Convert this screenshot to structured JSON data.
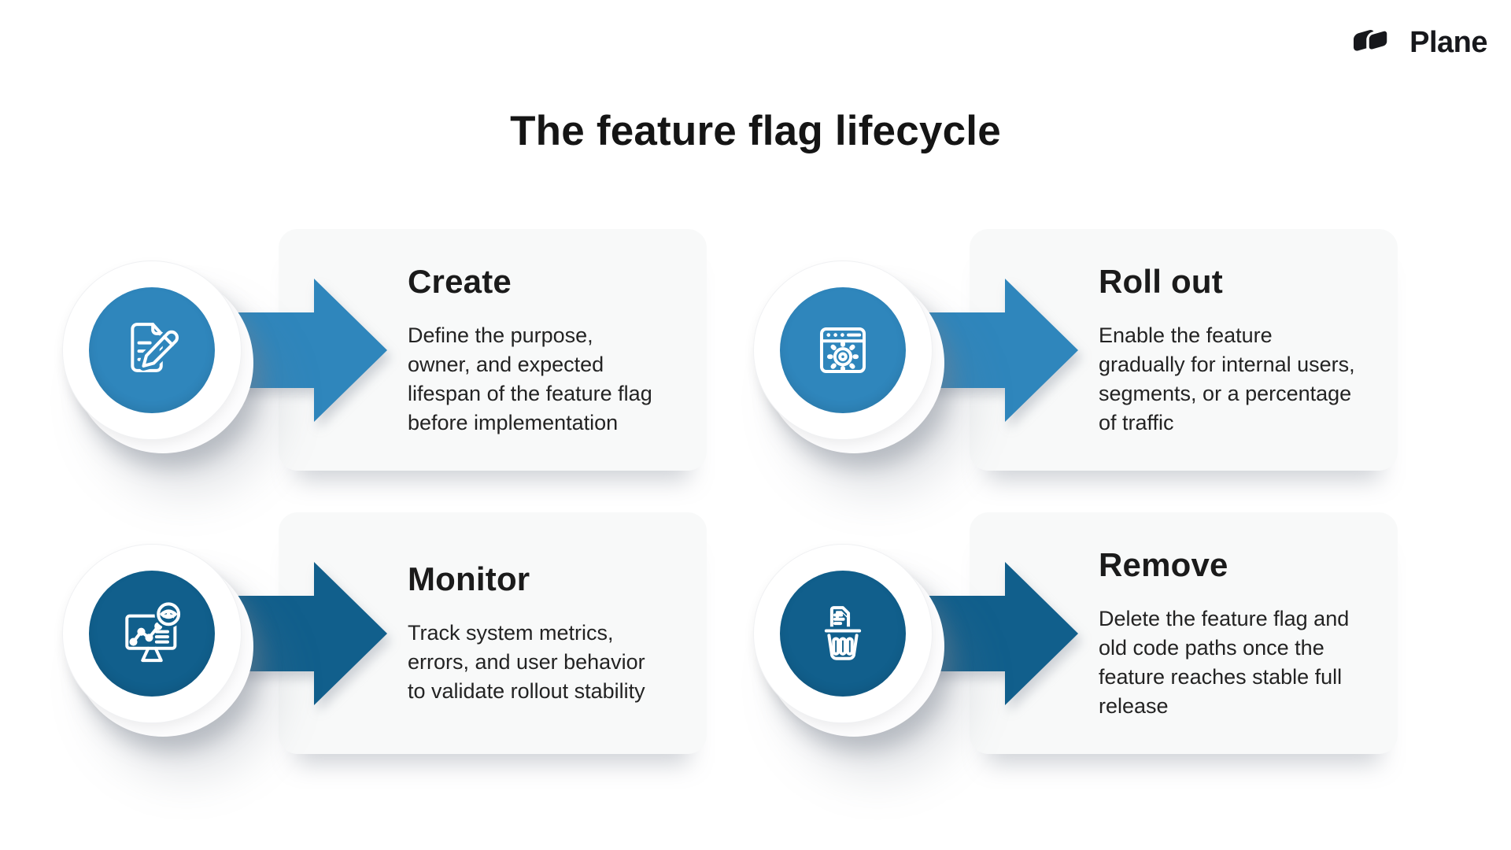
{
  "logo": {
    "text": "Plane",
    "icon": "plane-logo-mark"
  },
  "title": "The feature flag lifecycle",
  "colors": {
    "light_blue": "#2F86BC",
    "dark_blue": "#115F8C",
    "card_bg": "#F8F9F9",
    "text_dark": "#1A1A1A",
    "body_text": "#232323",
    "page_bg": "#FFFFFF"
  },
  "steps": [
    {
      "title": "Create",
      "accent": "#2F86BC",
      "icon": "document-pencil-icon",
      "description_lines": [
        "Define the purpose,",
        "owner, and expected",
        "lifespan of the feature flag",
        "before implementation"
      ]
    },
    {
      "title": "Roll out",
      "accent": "#2F86BC",
      "icon": "browser-gear-icon",
      "description_lines": [
        "Enable the feature",
        "gradually for internal users,",
        "segments, or a percentage",
        "of traffic"
      ]
    },
    {
      "title": "Monitor",
      "accent": "#115F8C",
      "icon": "monitor-analytics-icon",
      "description_lines": [
        "Track system metrics,",
        "errors, and user behavior",
        "to validate rollout stability"
      ]
    },
    {
      "title": "Remove",
      "accent": "#115F8C",
      "icon": "trash-document-icon",
      "description_lines": [
        "Delete the feature flag and",
        "old code paths once the",
        "feature reaches stable full",
        "release"
      ]
    }
  ]
}
